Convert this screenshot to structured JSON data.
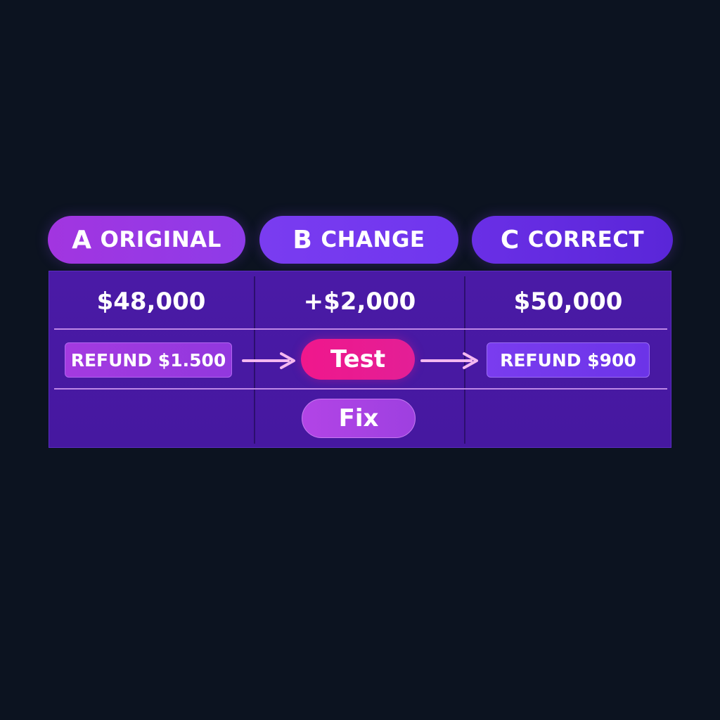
{
  "columns": [
    {
      "letter": "A",
      "word": "ORIGINAL",
      "amount": "$48,000",
      "refund": "REFUND $1.500"
    },
    {
      "letter": "B",
      "word": "CHANGE",
      "amount": "+$2,000"
    },
    {
      "letter": "C",
      "word": "CORRECT",
      "amount": "$50,000",
      "refund": "REFUND $900"
    }
  ],
  "steps": {
    "test_label": "Test",
    "fix_label": "Fix"
  },
  "colors": {
    "background": "#0c1320",
    "panel": "#4a1aa6",
    "test_accent": "#f0178c",
    "arrow": "#f4b8f0"
  },
  "icons": {
    "flow_arrow": "arrow-right-icon"
  }
}
